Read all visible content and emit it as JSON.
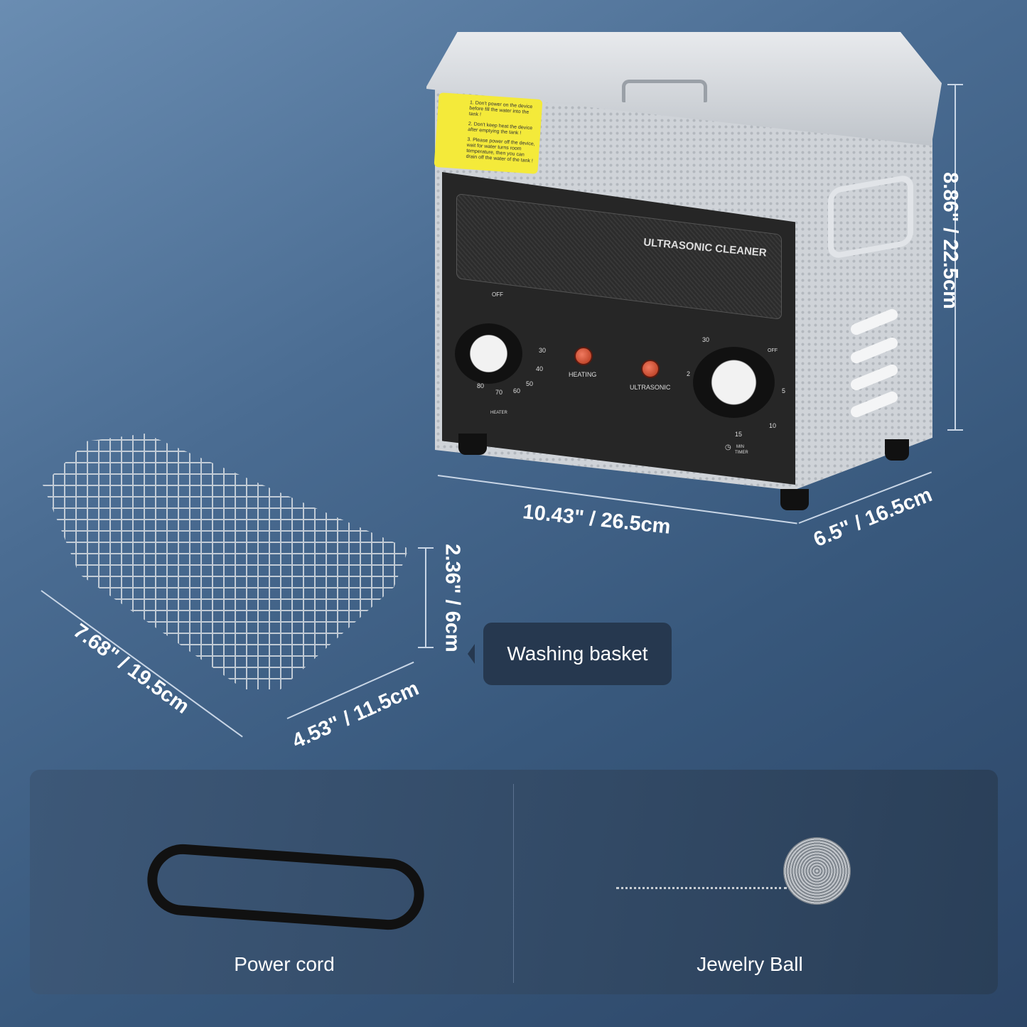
{
  "cleaner": {
    "warning_label": [
      "1. Don't power on the device before fill the water into the tank !",
      "2. Don't keep heat the device after emptying the tank !",
      "3. Please power off the device, wait for water turns room temperature, then you can drain off the water of the tank !"
    ],
    "panel_title": "ULTRASONIC CLEANER",
    "heater_knob": {
      "off": "OFF",
      "scale": [
        "30",
        "40",
        "50",
        "60",
        "70",
        "80"
      ],
      "label": "HEATER"
    },
    "indicators": [
      "HEATING",
      "ULTRASONIC"
    ],
    "timer_knob": {
      "off": "OFF",
      "scale": [
        "2",
        "30",
        "5",
        "10",
        "15"
      ],
      "unit": "MIN",
      "label": "TIMER"
    },
    "dimensions": {
      "height": "8.86\" / 22.5cm",
      "width": "10.43\" / 26.5cm",
      "depth": "6.5\" / 16.5cm"
    }
  },
  "basket": {
    "callout": "Washing basket",
    "dimensions": {
      "height": "2.36\" / 6cm",
      "length": "7.68\" / 19.5cm",
      "width": "4.53\" / 11.5cm"
    }
  },
  "accessories": [
    {
      "label": "Power cord"
    },
    {
      "label": "Jewelry Ball"
    }
  ],
  "colors": {
    "background": "#4a6c92",
    "callout": "#26384f",
    "label_yellow": "#f4ea3a"
  }
}
